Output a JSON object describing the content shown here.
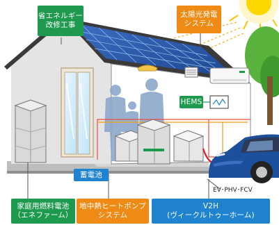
{
  "labels": {
    "energy_saving_renovation": [
      "省エネルギー",
      "改修工事"
    ],
    "solar_power": [
      "太陽光発電",
      "システム"
    ],
    "hems": "HEMS",
    "storage_battery": "蓄電池",
    "fuel_cell": [
      "家庭用燃料電池",
      "（エネファーム）"
    ],
    "geothermal_heat_pump": [
      "地中熱ヒートポンプ",
      "システム"
    ],
    "v2h": [
      "V2H",
      "(ヴィークルトゥーホーム)"
    ],
    "ev_types": "EV･PHV･FCV"
  },
  "colors": {
    "green_label": "#1e9a4f",
    "orange_label": "#ef8a14",
    "blue_label": "#1f83cf",
    "roof": "#3a3a3a",
    "solar_panel": "#2a5aa8",
    "wall": "#ffffff",
    "car": "#1c4f9c",
    "sky": "#fff3c8",
    "sun": "#ffd700"
  }
}
